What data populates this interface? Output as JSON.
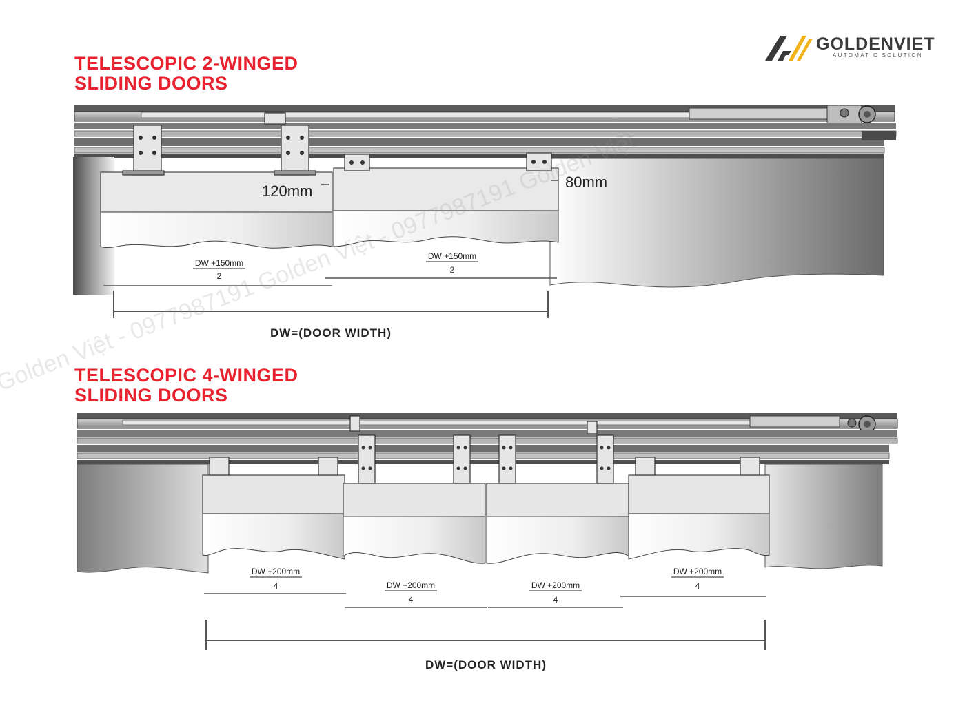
{
  "brand": {
    "name": "GOLDENVIET",
    "tagline": "AUTOMATIC SOLUTION",
    "accent": "#f2b21b",
    "dark": "#3a3a3a"
  },
  "title_color": "#e8232f",
  "section1": {
    "title_line1": "TELESCOPIC 2-WINGED",
    "title_line2": "SLIDING DOORS",
    "gap_label_left": "120mm",
    "gap_label_right": "80mm",
    "leaf_dim": {
      "numerator": "DW +150mm",
      "denominator": "2"
    },
    "door_width_caption": "DW=(DOOR WIDTH)"
  },
  "section2": {
    "title_line1": "TELESCOPIC 4-WINGED",
    "title_line2": "SLIDING DOORS",
    "leaf_dim": {
      "numerator": "DW +200mm",
      "denominator": "4"
    },
    "door_width_caption": "DW=(DOOR WIDTH)"
  },
  "watermark": "Golden Việt - 0977987191 Golden Việt - 0977987191 Golden Việt"
}
